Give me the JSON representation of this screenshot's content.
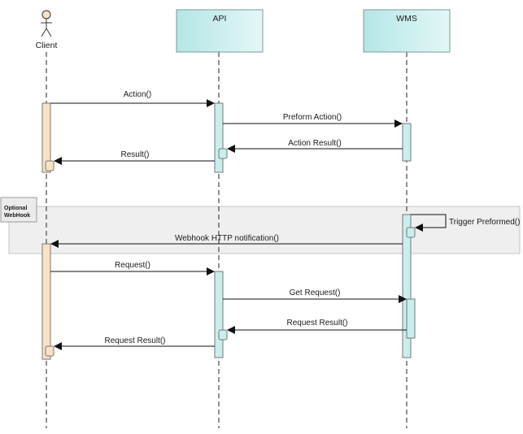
{
  "participants": {
    "client": "Client",
    "api": "API",
    "wms": "WMS"
  },
  "fragment": {
    "label_line1": "Optional",
    "label_line2": "WebHook"
  },
  "messages": {
    "action": "Action()",
    "preform_action": "Preform Action()",
    "action_result": "Action Result()",
    "result": "Result()",
    "trigger_preformed": "Trigger Preformed()",
    "webhook_notification": "Webhook HTTP notification()",
    "request": "Request()",
    "get_request": "Get Request()",
    "request_result_wms": "Request Result()",
    "request_result_api": "Request Result()"
  },
  "colors": {
    "client_activation": "#f9e2c4",
    "server_activation": "#c9eeee",
    "box_fill": "#bfeaea",
    "fragment_fill": "#efefef"
  }
}
